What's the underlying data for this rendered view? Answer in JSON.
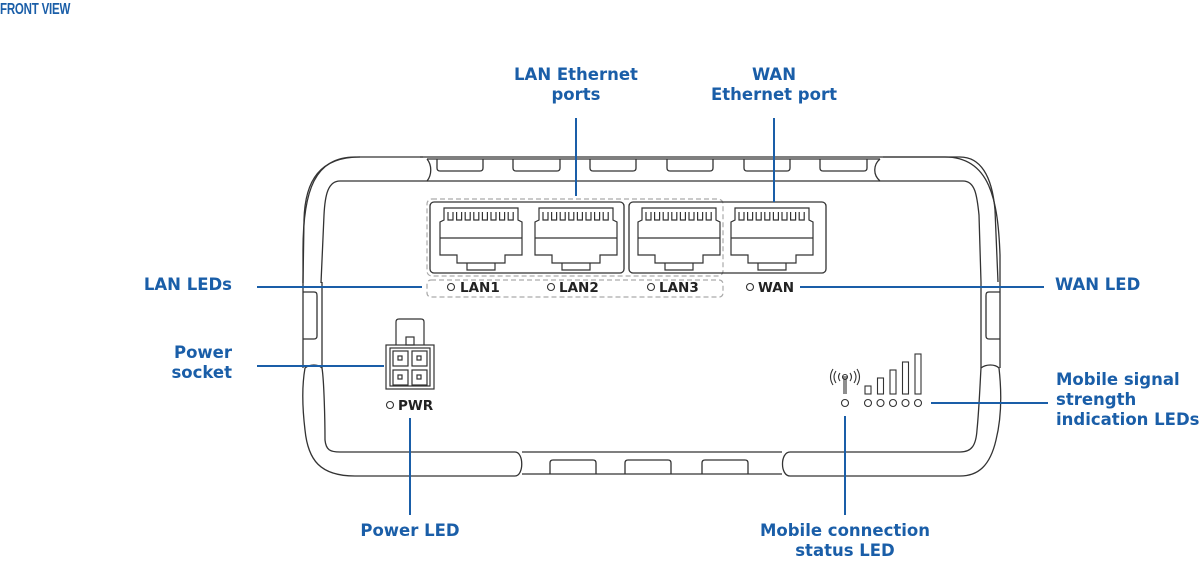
{
  "title": "FRONT VIEW",
  "colors": {
    "accent": "#1a5ea8",
    "outline": "#333333",
    "dashed": "#a8a8a8"
  },
  "callouts": {
    "lan_ports": [
      "LAN Ethernet",
      "ports"
    ],
    "wan_port": [
      "WAN",
      "Ethernet port"
    ],
    "lan_leds": [
      "LAN LEDs"
    ],
    "wan_led": [
      "WAN LED"
    ],
    "power_socket": [
      "Power",
      "socket"
    ],
    "signal_leds": [
      "Mobile signal",
      "strength",
      "indication LEDs"
    ],
    "power_led": [
      "Power LED"
    ],
    "mobile_status_led": [
      "Mobile connection",
      "status LED"
    ]
  },
  "device_labels": {
    "lan1": "LAN1",
    "lan2": "LAN2",
    "lan3": "LAN3",
    "wan": "WAN",
    "pwr": "PWR"
  },
  "signal_bars": 5
}
